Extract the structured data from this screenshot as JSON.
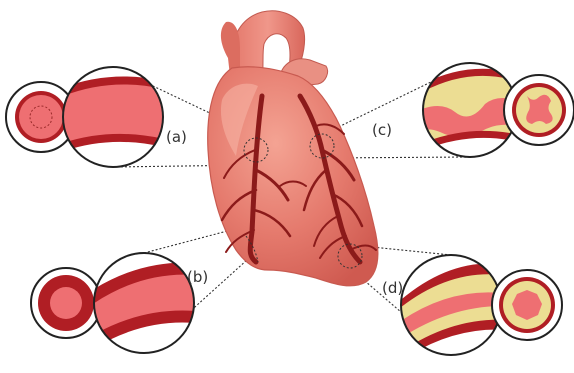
{
  "panels": [
    {
      "id": "a",
      "label": "(a)"
    },
    {
      "id": "b",
      "label": "(b)"
    },
    {
      "id": "c",
      "label": "(c)"
    },
    {
      "id": "d",
      "label": "(d)"
    }
  ],
  "colors": {
    "vessel_wall": "#b01e24",
    "lumen": "#ee6f72",
    "heart_body": "#e2776b",
    "heart_highlight": "#f3a394",
    "plaque": "#ecdd93",
    "ring_border": "#222222"
  }
}
